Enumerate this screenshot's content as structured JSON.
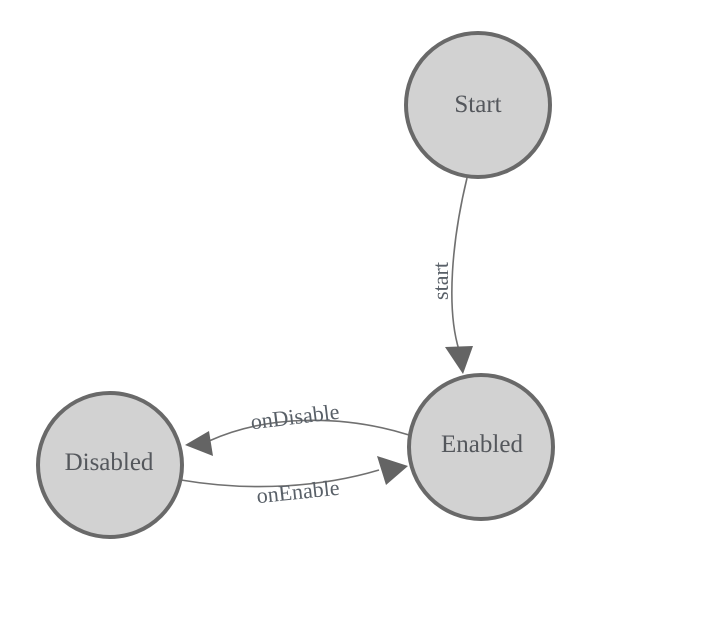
{
  "diagram": {
    "type": "state-machine",
    "colors": {
      "background": "#ffffff",
      "node_fill": "#d2d2d2",
      "node_stroke": "#696969",
      "node_text": "#54575c",
      "edge_line": "#707070",
      "edge_arrow": "#646464",
      "edge_text": "#596068"
    },
    "nodes": [
      {
        "id": "start",
        "label": "Start"
      },
      {
        "id": "enabled",
        "label": "Enabled"
      },
      {
        "id": "disabled",
        "label": "Disabled"
      }
    ],
    "edges": [
      {
        "id": "start-transition",
        "label": "start",
        "from": "Start",
        "to": "Enabled"
      },
      {
        "id": "on-disable",
        "label": "onDisable",
        "from": "Enabled",
        "to": "Disabled"
      },
      {
        "id": "on-enable",
        "label": "onEnable",
        "from": "Disabled",
        "to": "Enabled"
      }
    ]
  }
}
